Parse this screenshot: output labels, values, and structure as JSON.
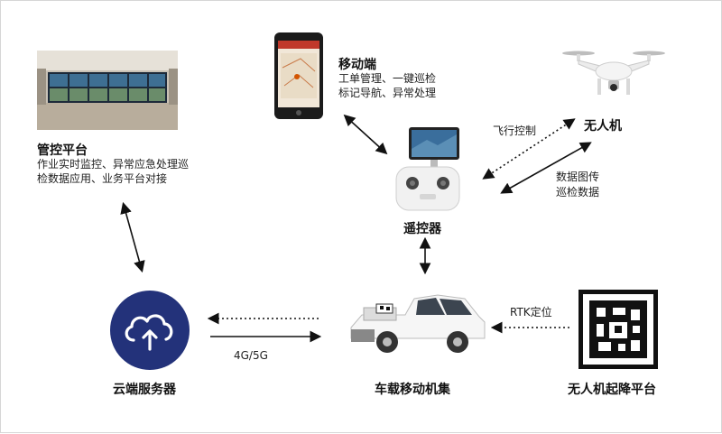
{
  "nodes": {
    "control": {
      "title": "管控平台",
      "desc": [
        "作业实时监控、异常应急处理巡",
        "检数据应用、业务平台对接"
      ]
    },
    "mobile": {
      "title": "移动端",
      "desc": [
        "工单管理、一键巡检",
        "标记导航、异常处理"
      ]
    },
    "drone": {
      "title": "无人机"
    },
    "remote": {
      "title": "遥控器"
    },
    "cloud": {
      "title": "云端服务器"
    },
    "vehicle": {
      "title": "车载移动机集"
    },
    "pad": {
      "title": "无人机起降平台"
    }
  },
  "links": {
    "flight_control": "飞行控制",
    "data_transfer": [
      "数据图传",
      "巡检数据"
    ],
    "rtk": "RTK定位",
    "network": "4G/5G"
  },
  "colors": {
    "cloud_circle": "#23327a",
    "arrow": "#111111"
  }
}
